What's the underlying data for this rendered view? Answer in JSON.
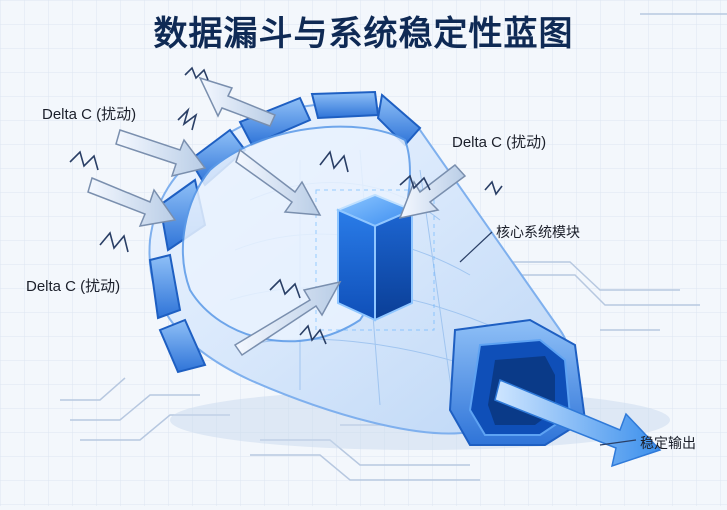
{
  "title": "数据漏斗与系统稳定性蓝图",
  "labels": {
    "disturbance_left_top": "Delta C (扰动)",
    "disturbance_right_top": "Delta C (扰动)",
    "disturbance_left_bottom": "Delta C (扰动)",
    "core_module": "核心系统模块",
    "stable_output": "稳定输出"
  },
  "colors": {
    "title": "#0f2a55",
    "funnel_light": "#dbe9fb",
    "funnel_blue": "#3f86e6",
    "cube": "#1f6fe0",
    "arrow": "#4a9ff2"
  }
}
